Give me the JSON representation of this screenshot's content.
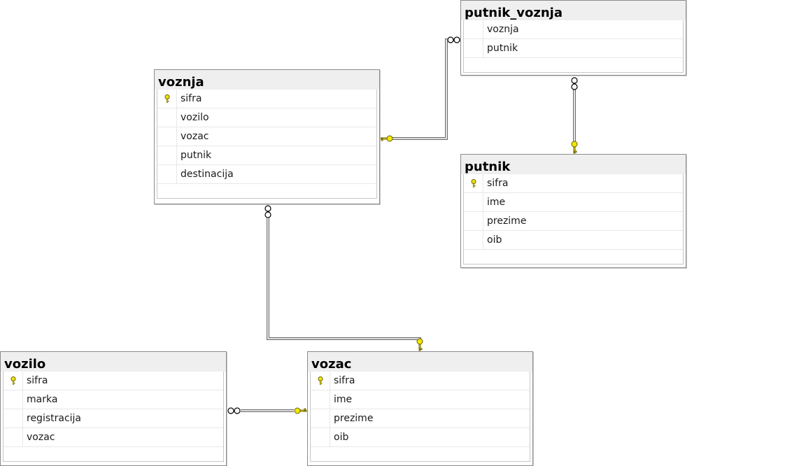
{
  "tables": {
    "voznja": {
      "title": "voznja",
      "columns": [
        "sifra",
        "vozilo",
        "vozac",
        "putnik",
        "destinacija"
      ],
      "primary_keys": [
        "sifra"
      ]
    },
    "putnik_voznja": {
      "title": "putnik_voznja",
      "columns": [
        "voznja",
        "putnik"
      ],
      "primary_keys": []
    },
    "putnik": {
      "title": "putnik",
      "columns": [
        "sifra",
        "ime",
        "prezime",
        "oib"
      ],
      "primary_keys": [
        "sifra"
      ]
    },
    "vozilo": {
      "title": "vozilo",
      "columns": [
        "sifra",
        "marka",
        "registracija",
        "vozac"
      ],
      "primary_keys": [
        "sifra"
      ]
    },
    "vozac": {
      "title": "vozac",
      "columns": [
        "sifra",
        "ime",
        "prezime",
        "oib"
      ],
      "primary_keys": [
        "sifra"
      ]
    }
  },
  "relationships": [
    {
      "from": "putnik_voznja",
      "to": "voznja",
      "from_end": "many",
      "to_end": "one"
    },
    {
      "from": "putnik_voznja",
      "to": "putnik",
      "from_end": "many",
      "to_end": "one"
    },
    {
      "from": "voznja",
      "to": "vozac",
      "from_end": "many",
      "to_end": "one"
    },
    {
      "from": "vozilo",
      "to": "vozac",
      "from_end": "many",
      "to_end": "one"
    }
  ],
  "colors": {
    "key_fill": "#f2e600",
    "key_stroke": "#6b6100",
    "line": "#6e6e6e",
    "header_bg": "#efefef"
  },
  "icons": {
    "primary_key": "key-icon",
    "many_end": "infinity-icon",
    "one_end": "key-icon"
  }
}
